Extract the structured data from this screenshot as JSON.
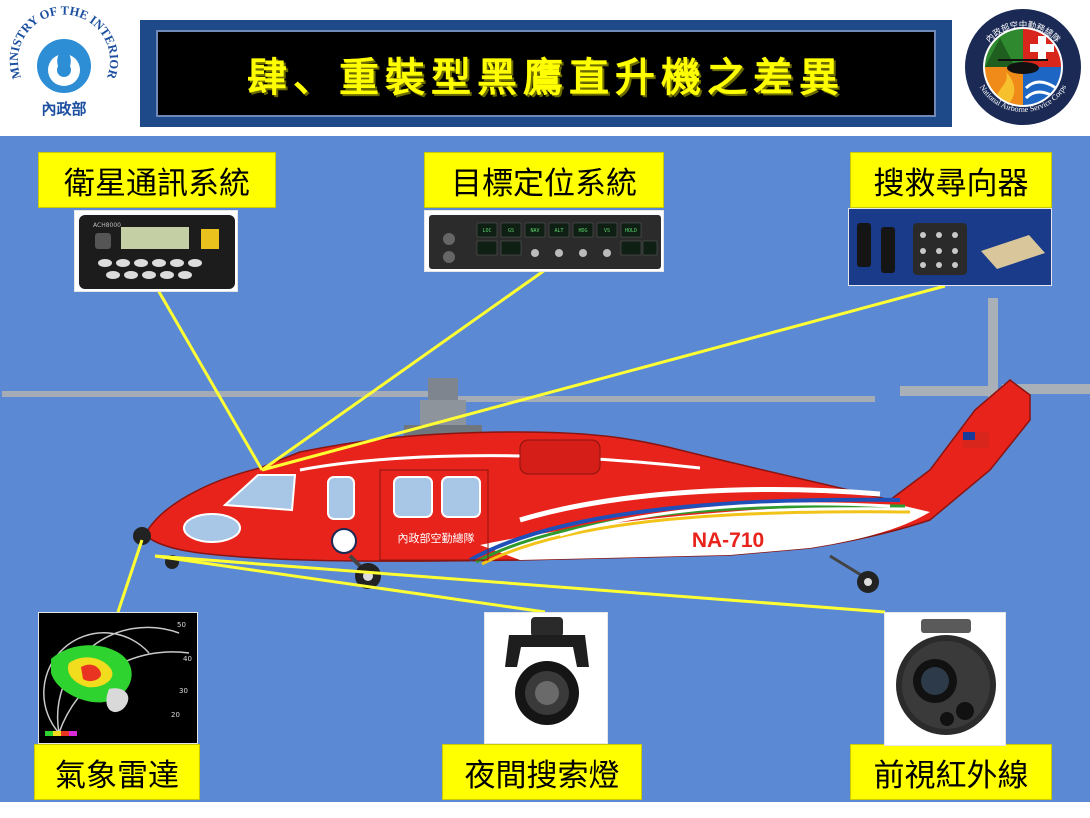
{
  "header": {
    "title": "肆、重裝型黑鷹直升機之差異"
  },
  "logos": {
    "left": {
      "text": "MINISTRY OF THE INTERIOR",
      "chinese": "內政部"
    },
    "right": {
      "text": "National Airborne Service Corps",
      "chinese": "內政部空中勤務總隊"
    }
  },
  "callouts": {
    "satcom": "衛星通訊系統",
    "targeting": "目標定位系統",
    "sar_direction_finder": "搜救尋向器",
    "weather_radar": "氣象雷達",
    "night_searchlight": "夜間搜索燈",
    "flir": "前視紅外線"
  },
  "device_text": {
    "satcom_model": "ACH8000",
    "targeting_keys": [
      "LOC",
      "GS",
      "NAV",
      "ALT",
      "HDG",
      "VS",
      "HOLD"
    ],
    "radar_scale": [
      "20",
      "30",
      "40",
      "50"
    ]
  },
  "helicopter": {
    "tail_number": "NA-710",
    "door_text": "內政部空勤總隊"
  },
  "colors": {
    "stage_blue": "#5b89d3",
    "label_yellow": "#ffff00",
    "title_yellow": "#ffff00",
    "heli_red": "#e8231c",
    "leader_line": "#ffff33"
  }
}
